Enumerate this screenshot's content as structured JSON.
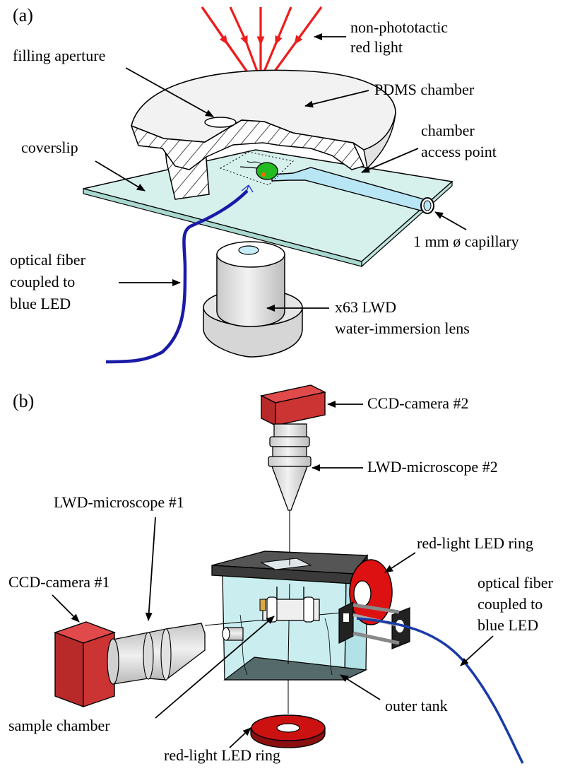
{
  "panels": {
    "a": "(a)",
    "b": "(b)"
  },
  "labels_a": {
    "light_line1": "non-phototactic",
    "light_line2": "red light",
    "filling_aperture": "filling aperture",
    "pdms_chamber": "PDMS chamber",
    "access_line1": "chamber",
    "access_line2": "access point",
    "coverslip": "coverslip",
    "capillary": "1 mm ø capillary",
    "fiber_line1": "optical fiber",
    "fiber_line2": "coupled to",
    "fiber_line3": "blue LED",
    "lens_line1": "x63 LWD",
    "lens_line2": "water-immersion lens"
  },
  "labels_b": {
    "ccd2": "CCD-camera #2",
    "lwd2": "LWD-microscope #2",
    "lwd1": "LWD-microscope #1",
    "ring_side": "red-light LED ring",
    "ccd1": "CCD-camera #1",
    "fiber_line1": "optical fiber",
    "fiber_line2": "coupled to",
    "fiber_line3": "blue LED",
    "sample_chamber": "sample chamber",
    "outer_tank": "outer tank",
    "ring_bottom": "red-light LED ring"
  },
  "colors": {
    "red_light": "#ee1c1c",
    "camera_red": "#cc3333",
    "led_ring_red": "#dd1111",
    "fiber_blue": "#1a1aa8",
    "capillary_blue": "#b8e6f5",
    "coverslip": "#d6f0ec",
    "tank_cyan": "#c8eef0",
    "cell_green": "#22bb22"
  }
}
